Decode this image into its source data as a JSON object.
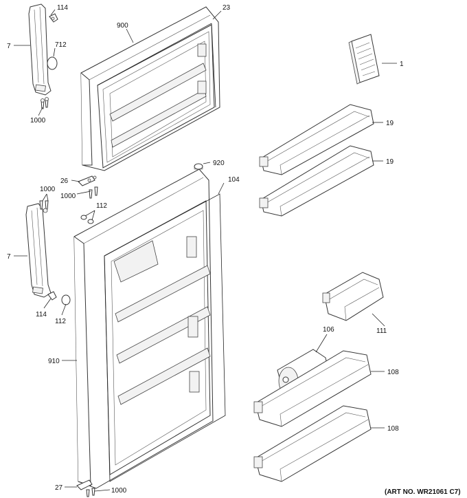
{
  "labels": {
    "p114_top": "114",
    "p7_top": "7",
    "p712": "712",
    "p1000_top": "1000",
    "p900": "900",
    "p23": "23",
    "p1": "1",
    "p19_a": "19",
    "p19_b": "19",
    "p920": "920",
    "p104": "104",
    "p26": "26",
    "p1000_mid_a": "1000",
    "p1000_mid_b": "1000",
    "p112_top": "112",
    "p7_bot": "7",
    "p114_bot": "114",
    "p112_bot": "112",
    "p910": "910",
    "p111": "111",
    "p106": "106",
    "p108_a": "108",
    "p108_b": "108",
    "p27": "27",
    "p1000_bot": "1000"
  },
  "art_number": "(ART NO. WR21061 C7)"
}
